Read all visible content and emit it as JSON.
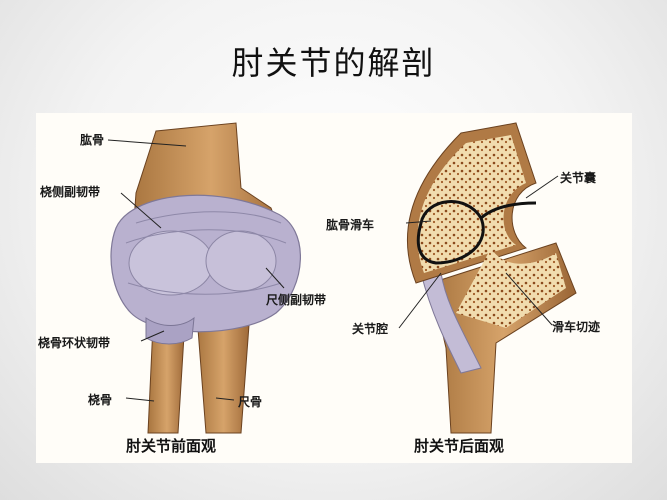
{
  "slide": {
    "title": "肘关节的解剖"
  },
  "figure": {
    "anterior": {
      "caption": "肘关节前面观",
      "labels": {
        "humerus": "肱骨",
        "radial_collateral": "桡侧副韧带",
        "ulnar_collateral": "尺侧副韧带",
        "annular": "桡骨环状韧带",
        "radius": "桡骨",
        "ulna": "尺骨"
      }
    },
    "posterior": {
      "caption": "肘关节后面观",
      "labels": {
        "capsule": "关节囊",
        "trochlea": "肱骨滑车",
        "cavity": "关节腔",
        "notch": "滑车切迹"
      }
    }
  }
}
